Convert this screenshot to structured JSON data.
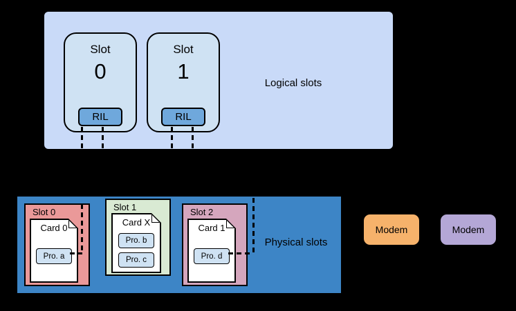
{
  "logical_slots": {
    "label": "Logical slots",
    "slots": [
      {
        "title": "Slot",
        "number": "0",
        "ril_label": "RIL"
      },
      {
        "title": "Slot",
        "number": "1",
        "ril_label": "RIL"
      }
    ]
  },
  "physical_slots": {
    "label": "Physical slots",
    "slots": [
      {
        "label": "Slot 0",
        "card": {
          "label": "Card 0",
          "profiles": [
            "Pro. a"
          ]
        }
      },
      {
        "label": "Slot 1",
        "card": {
          "label": "Card X",
          "profiles": [
            "Pro. b",
            "Pro. c"
          ]
        }
      },
      {
        "label": "Slot 2",
        "card": {
          "label": "Card 1",
          "profiles": [
            "Pro. d"
          ]
        }
      }
    ]
  },
  "modems": [
    {
      "label": "Modem",
      "color": "#f6b26b"
    },
    {
      "label": "Modem",
      "color": "#b4a7d6"
    }
  ],
  "connections": [
    {
      "from": "logical-slot-0-ril",
      "to": "physical-slot-0-pro-a",
      "style": "dashed"
    },
    {
      "from": "logical-slot-1-ril",
      "to": "physical-slot-2-pro-d",
      "style": "dashed"
    }
  ],
  "colors": {
    "background": "#000000",
    "logical_container": "#c9daf8",
    "logical_slot_card": "#cfe2f3",
    "ril_box": "#6fa8dc",
    "physical_container": "#3d85c6",
    "physical_slot_0": "#ea9999",
    "physical_slot_1": "#d9ead3",
    "physical_slot_2": "#d5a6bd",
    "sim_card": "#ffffff",
    "profile_box": "#cfe2f3",
    "modem_0": "#f6b26b",
    "modem_1": "#b4a7d6",
    "connector": "#000000"
  }
}
